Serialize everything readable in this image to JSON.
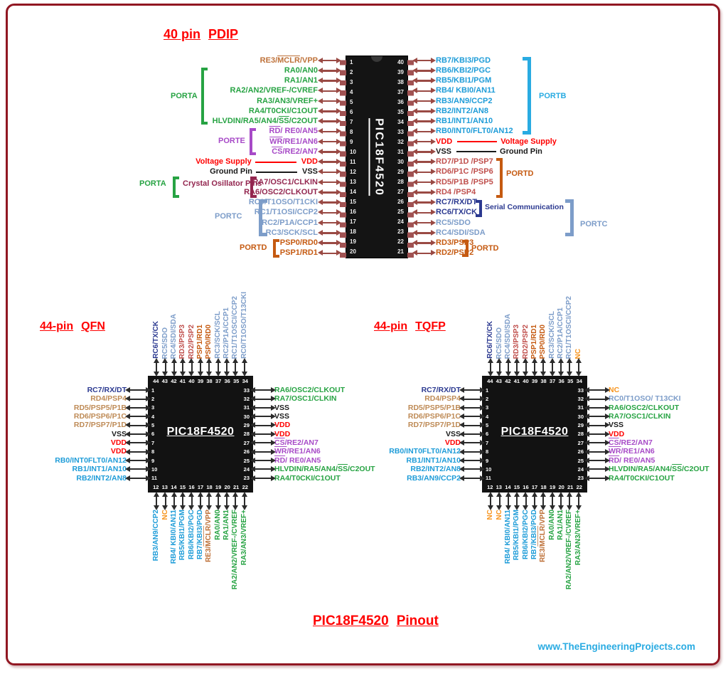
{
  "titles": {
    "pdip": {
      "part1": "40 pin",
      "part2": "PDIP"
    },
    "qfn": {
      "part1": "44-pin",
      "part2": "QFN"
    },
    "tqfp": {
      "part1": "44-pin",
      "part2": "TQFP"
    },
    "footer": {
      "part1": "PIC18F4520",
      "part2": "Pinout"
    },
    "website": "www.TheEngineeringProjects.com"
  },
  "chip_label": "PIC18F4520",
  "ports": {
    "porta": {
      "label": "PORTA",
      "color": "#27A343"
    },
    "portb": {
      "label": "PORTB",
      "color": "#29ABE2"
    },
    "portc": {
      "label": "PORTC",
      "color": "#7D9DC9"
    },
    "portd": {
      "label": "PORTD",
      "color": "#C55A11"
    },
    "porte": {
      "label": "PORTE",
      "color": "#A74AC7"
    },
    "serial": {
      "label": "Serial Communication",
      "color": "#2B3990"
    },
    "crystal": {
      "label": "Crystal Osillator Pins",
      "color": "#93264F"
    }
  },
  "pdip": {
    "left_pins": [
      {
        "n": 1,
        "label": "RE3/MCLR/VPP",
        "color": "#BE7139",
        "over": "MCLR"
      },
      {
        "n": 2,
        "label": "RA0/AN0",
        "color": "#27A343"
      },
      {
        "n": 3,
        "label": "RA1/AN1",
        "color": "#27A343"
      },
      {
        "n": 4,
        "label": "RA2/AN2/VREF-/CVREF",
        "color": "#27A343"
      },
      {
        "n": 5,
        "label": "RA3/AN3/VREF+",
        "color": "#27A343"
      },
      {
        "n": 6,
        "label": "RA4/T0CKI/C1OUT",
        "color": "#27A343"
      },
      {
        "n": 7,
        "label": "HLVDIN/RA5/AN4/SS/C2OUT",
        "color": "#27A343",
        "over": "SS"
      },
      {
        "n": 8,
        "label": "RD/ RE0/AN5",
        "color": "#A74AC7",
        "over": "RD"
      },
      {
        "n": 9,
        "label": "WR/RE1/AN6",
        "color": "#A74AC7",
        "over": "WR"
      },
      {
        "n": 10,
        "label": "CS/RE2/AN7",
        "color": "#A74AC7",
        "over": "CS"
      },
      {
        "n": 11,
        "label": "VDD",
        "color": "#FF0000",
        "note": "Voltage Supply",
        "note_color": "#FF0000"
      },
      {
        "n": 12,
        "label": "VSS",
        "color": "#1A1A1A",
        "note": "Ground Pin",
        "note_color": "#1A1A1A"
      },
      {
        "n": 13,
        "label": "RA7/OSC1/CLKIN",
        "color": "#93264F"
      },
      {
        "n": 14,
        "label": "RA6/OSC2/CLKOUT",
        "color": "#93264F"
      },
      {
        "n": 15,
        "label": "RC0/T1OSO/T1CKI",
        "color": "#7D9DC9"
      },
      {
        "n": 16,
        "label": "RC1/T1OSI/CCP2",
        "color": "#7D9DC9"
      },
      {
        "n": 17,
        "label": "RC2/P1A/CCP1",
        "color": "#7D9DC9"
      },
      {
        "n": 18,
        "label": "RC3/SCK/SCL",
        "color": "#7D9DC9"
      },
      {
        "n": 19,
        "label": "PSP0/RD0",
        "color": "#C55A11"
      },
      {
        "n": 20,
        "label": "PSP1/RD1",
        "color": "#C55A11"
      }
    ],
    "right_pins": [
      {
        "n": 40,
        "label": "RB7/KBI3/PGD",
        "color": "#1E9CD8"
      },
      {
        "n": 39,
        "label": "RB6/KBI2/PGC",
        "color": "#1E9CD8"
      },
      {
        "n": 38,
        "label": "RB5/KBI1/PGM",
        "color": "#1E9CD8"
      },
      {
        "n": 37,
        "label": "RB4/ KBI0/AN11",
        "color": "#1E9CD8"
      },
      {
        "n": 36,
        "label": "RB3/AN9/CCP2",
        "color": "#1E9CD8"
      },
      {
        "n": 35,
        "label": "RB2/INT2/AN8",
        "color": "#1E9CD8"
      },
      {
        "n": 34,
        "label": "RB1/INT1/AN10",
        "color": "#1E9CD8"
      },
      {
        "n": 33,
        "label": "RB0/INT0/FLT0/AN12",
        "color": "#1E9CD8"
      },
      {
        "n": 32,
        "label": "VDD",
        "color": "#FF0000",
        "note": "Voltage Supply",
        "note_color": "#FF0000"
      },
      {
        "n": 31,
        "label": "VSS",
        "color": "#1A1A1A",
        "note": "Ground Pin",
        "note_color": "#1A1A1A"
      },
      {
        "n": 30,
        "label": "RD7/P1D /PSP7",
        "color": "#C0504D"
      },
      {
        "n": 29,
        "label": "RD6/P1C /PSP6",
        "color": "#C0504D"
      },
      {
        "n": 28,
        "label": "RD5/P1B /PSP5",
        "color": "#C0504D"
      },
      {
        "n": 27,
        "label": "RD4 /PSP4",
        "color": "#C0504D"
      },
      {
        "n": 26,
        "label": "RC7/RX/DT",
        "color": "#2B3990"
      },
      {
        "n": 25,
        "label": "RC6/TX/CK",
        "color": "#2B3990"
      },
      {
        "n": 24,
        "label": "RC5/SDO",
        "color": "#7D9DC9"
      },
      {
        "n": 23,
        "label": "RC4/SDI/SDA",
        "color": "#7D9DC9"
      },
      {
        "n": 22,
        "label": "RD3/PSP3",
        "color": "#C55A11"
      },
      {
        "n": 21,
        "label": "RD2/PSP2",
        "color": "#C55A11"
      }
    ]
  },
  "qfn": {
    "top_pins": [
      {
        "n": 44,
        "label": "RC6/TX/CK",
        "color": "#2B3990"
      },
      {
        "n": 43,
        "label": "RC5/SDO",
        "color": "#7D9DC9"
      },
      {
        "n": 42,
        "label": "RC4/SDI/SDA",
        "color": "#7D9DC9"
      },
      {
        "n": 41,
        "label": "RD3/PSP3",
        "color": "#C0504D"
      },
      {
        "n": 40,
        "label": "RD2/PSP2",
        "color": "#C0504D"
      },
      {
        "n": 39,
        "label": "PSP1/RD1",
        "color": "#C55A11"
      },
      {
        "n": 38,
        "label": "PSP0/RD0",
        "color": "#C55A11"
      },
      {
        "n": 37,
        "label": "RC3/SCK/SCL",
        "color": "#7D9DC9"
      },
      {
        "n": 36,
        "label": "RC2/P1A/CCP1",
        "color": "#7D9DC9"
      },
      {
        "n": 35,
        "label": "RC1/T1OSCI/CCP2",
        "color": "#7D9DC9"
      },
      {
        "n": 34,
        "label": "RC0/T1OSO/T13CKI",
        "color": "#7D9DC9"
      }
    ],
    "left_pins": [
      {
        "n": 1,
        "label": "RC7/RX/DT",
        "color": "#2B3990"
      },
      {
        "n": 2,
        "label": "RD4/PSP4",
        "color": "#BE8A55"
      },
      {
        "n": 3,
        "label": "RD5/PSP5/P1B",
        "color": "#BE8A55"
      },
      {
        "n": 4,
        "label": "RD6/PSP6/P1C",
        "color": "#BE8A55"
      },
      {
        "n": 5,
        "label": "RD7/PSP7/P1D",
        "color": "#BE8A55"
      },
      {
        "n": 6,
        "label": "VSS",
        "color": "#1A1A1A"
      },
      {
        "n": 7,
        "label": "VDD",
        "color": "#FF0000"
      },
      {
        "n": 8,
        "label": "VDD",
        "color": "#FF0000"
      },
      {
        "n": 9,
        "label": "RB0/INT0FLT0/AN12",
        "color": "#1E9CD8"
      },
      {
        "n": 10,
        "label": "RB1/INT1/AN10",
        "color": "#1E9CD8"
      },
      {
        "n": 11,
        "label": "RB2/INT2/AN8",
        "color": "#1E9CD8"
      }
    ],
    "right_pins": [
      {
        "n": 33,
        "label": "RA6/OSC2/CLKOUT",
        "color": "#27A343"
      },
      {
        "n": 32,
        "label": "RA7/OSC1/CLKIN",
        "color": "#27A343"
      },
      {
        "n": 31,
        "label": "VSS",
        "color": "#1A1A1A"
      },
      {
        "n": 30,
        "label": "VSS",
        "color": "#1A1A1A"
      },
      {
        "n": 29,
        "label": "VDD",
        "color": "#FF0000"
      },
      {
        "n": 28,
        "label": "VDD",
        "color": "#FF0000"
      },
      {
        "n": 27,
        "label": "CS/RE2/AN7",
        "color": "#A74AC7",
        "over": "CS"
      },
      {
        "n": 26,
        "label": "WR/RE1/AN6",
        "color": "#A74AC7",
        "over": "WR"
      },
      {
        "n": 25,
        "label": "RD/ RE0/AN5",
        "color": "#A74AC7",
        "over": "RD"
      },
      {
        "n": 24,
        "label": "HLVDIN/RA5/AN4/SS/C2OUT",
        "color": "#27A343",
        "over": "SS"
      },
      {
        "n": 23,
        "label": "RA4/T0CKI/C1OUT",
        "color": "#27A343"
      }
    ],
    "bottom_pins": [
      {
        "n": 12,
        "label": "RB3/AN9/CCP2",
        "color": "#1E9CD8"
      },
      {
        "n": 13,
        "label": "NC",
        "color": "#F7941D"
      },
      {
        "n": 14,
        "label": "RB4/ KBI0/AN11",
        "color": "#1E9CD8"
      },
      {
        "n": 15,
        "label": "RB5/KBI1/PGM",
        "color": "#1E9CD8"
      },
      {
        "n": 16,
        "label": "RB6/KBI2/PGC",
        "color": "#1E9CD8"
      },
      {
        "n": 17,
        "label": "RB7/KBI3/PGD",
        "color": "#1E9CD8"
      },
      {
        "n": 18,
        "label": "RE3/MCLR/VPP",
        "color": "#BE7139",
        "over": "MCLR"
      },
      {
        "n": 19,
        "label": "RA0/AN0",
        "color": "#27A343"
      },
      {
        "n": 20,
        "label": "RA1/AN1",
        "color": "#27A343"
      },
      {
        "n": 21,
        "label": "RA2/AN2/VREF-/CVREF",
        "color": "#27A343"
      },
      {
        "n": 22,
        "label": "RA3/AN3/VREF+",
        "color": "#27A343"
      }
    ]
  },
  "tqfp": {
    "top_pins": [
      {
        "n": 44,
        "label": "RC6/TX/CK",
        "color": "#2B3990"
      },
      {
        "n": 43,
        "label": "RC5/SDO",
        "color": "#7D9DC9"
      },
      {
        "n": 42,
        "label": "RC4/SDI/SDA",
        "color": "#7D9DC9"
      },
      {
        "n": 41,
        "label": "RD3/PSP3",
        "color": "#C0504D"
      },
      {
        "n": 40,
        "label": "RD2/PSP2",
        "color": "#C0504D"
      },
      {
        "n": 39,
        "label": "PSP1/RD1",
        "color": "#C55A11"
      },
      {
        "n": 38,
        "label": "PSP0/RD0",
        "color": "#C55A11"
      },
      {
        "n": 37,
        "label": "RC3/SCK/SCL",
        "color": "#7D9DC9"
      },
      {
        "n": 36,
        "label": "RC2/P1A/CCP1",
        "color": "#7D9DC9"
      },
      {
        "n": 35,
        "label": "RC1/T1OSCI/CCP2",
        "color": "#7D9DC9"
      },
      {
        "n": 34,
        "label": "NC",
        "color": "#F7941D"
      }
    ],
    "left_pins": [
      {
        "n": 1,
        "label": "RC7/RX/DT",
        "color": "#2B3990"
      },
      {
        "n": 2,
        "label": "RD4/PSP4",
        "color": "#BE8A55"
      },
      {
        "n": 3,
        "label": "RD5/PSP5/P1B",
        "color": "#BE8A55"
      },
      {
        "n": 4,
        "label": "RD6/PSP6/P1C",
        "color": "#BE8A55"
      },
      {
        "n": 5,
        "label": "RD7/PSP7/P1D",
        "color": "#BE8A55"
      },
      {
        "n": 6,
        "label": "VSS",
        "color": "#1A1A1A"
      },
      {
        "n": 7,
        "label": "VDD",
        "color": "#FF0000"
      },
      {
        "n": 8,
        "label": "RB0/INT0FLT0/AN12",
        "color": "#1E9CD8"
      },
      {
        "n": 9,
        "label": "RB1/INT1/AN10",
        "color": "#1E9CD8"
      },
      {
        "n": 10,
        "label": "RB2/INT2/AN8",
        "color": "#1E9CD8"
      },
      {
        "n": 11,
        "label": "RB3/AN9/CCP2",
        "color": "#1E9CD8"
      }
    ],
    "right_pins": [
      {
        "n": 33,
        "label": "NC",
        "color": "#F7941D"
      },
      {
        "n": 32,
        "label": "RC0/T1OSO/ T13CKI",
        "color": "#7D9DC9"
      },
      {
        "n": 31,
        "label": "RA6/OSC2/CLKOUT",
        "color": "#27A343"
      },
      {
        "n": 30,
        "label": "RA7/OSC1/CLKIN",
        "color": "#27A343"
      },
      {
        "n": 29,
        "label": "VSS",
        "color": "#1A1A1A"
      },
      {
        "n": 28,
        "label": "VDD",
        "color": "#FF0000"
      },
      {
        "n": 27,
        "label": "CS/RE2/AN7",
        "color": "#A74AC7",
        "over": "CS"
      },
      {
        "n": 26,
        "label": "WR/RE1/AN6",
        "color": "#A74AC7",
        "over": "WR"
      },
      {
        "n": 25,
        "label": "RD/ RE0/AN5",
        "color": "#A74AC7",
        "over": "RD"
      },
      {
        "n": 24,
        "label": "HLVDIN/RA5/AN4/SS/C2OUT",
        "color": "#27A343",
        "over": "SS"
      },
      {
        "n": 23,
        "label": "RA4/T0CKI/C1OUT",
        "color": "#27A343"
      }
    ],
    "bottom_pins": [
      {
        "n": 12,
        "label": "NC",
        "color": "#F7941D"
      },
      {
        "n": 13,
        "label": "NC",
        "color": "#F7941D"
      },
      {
        "n": 14,
        "label": "RB4/ KBI0/AN11",
        "color": "#1E9CD8"
      },
      {
        "n": 15,
        "label": "RB5/KBI1/PGM",
        "color": "#1E9CD8"
      },
      {
        "n": 16,
        "label": "RB6/KBI2/PGC",
        "color": "#1E9CD8"
      },
      {
        "n": 17,
        "label": "RB7/KBI3/PGD",
        "color": "#1E9CD8"
      },
      {
        "n": 18,
        "label": "RE3/MCLR/VPP",
        "color": "#BE7139",
        "over": "MCLR"
      },
      {
        "n": 19,
        "label": "RA0/AN0",
        "color": "#27A343"
      },
      {
        "n": 20,
        "label": "RA1/AN1",
        "color": "#27A343"
      },
      {
        "n": 21,
        "label": "RA2/AN2/VREF-/CVREF",
        "color": "#27A343"
      },
      {
        "n": 22,
        "label": "RA3/AN3/VREF+",
        "color": "#27A343"
      }
    ]
  }
}
